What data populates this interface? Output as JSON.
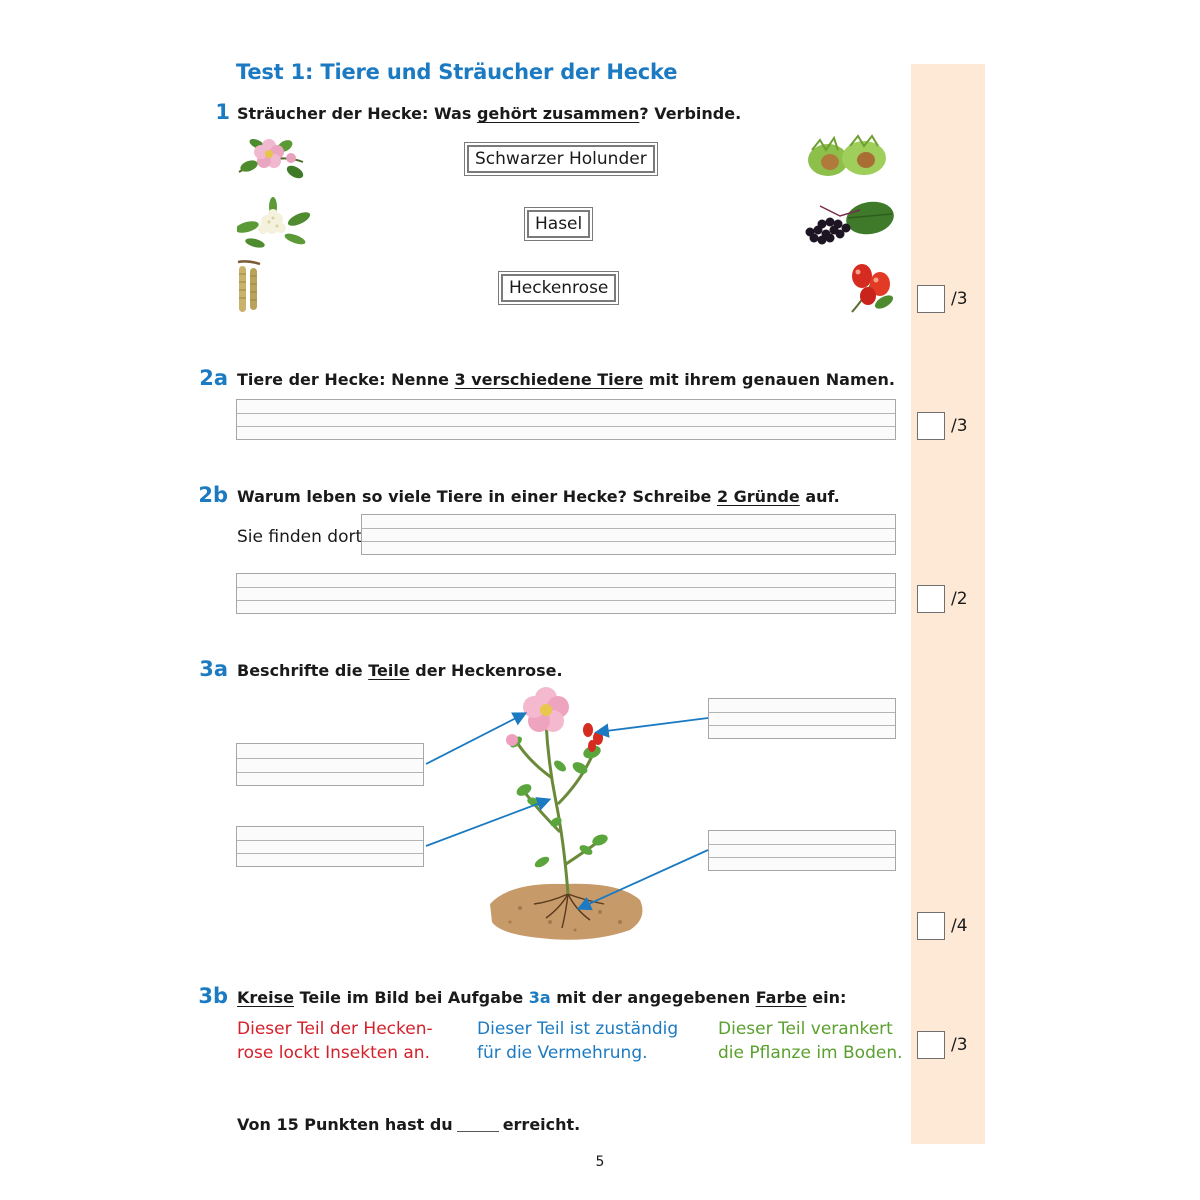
{
  "title": "Test 1: Tiere und Sträucher der Hecke",
  "task1": {
    "num": "1",
    "text_a": "Sträucher der Hecke: Was ",
    "text_u": "gehört zusammen",
    "text_b": "? Verbinde.",
    "names": [
      "Schwarzer Holunder",
      "Hasel",
      "Heckenrose"
    ],
    "left_images": [
      "wild-rose-flower-icon",
      "elder-flower-icon",
      "hazel-catkin-icon"
    ],
    "right_images": [
      "hazelnut-icon",
      "elderberry-icon",
      "rosehip-icon"
    ],
    "score": "/3"
  },
  "task2a": {
    "num": "2a",
    "text_a": "Tiere der Hecke: Nenne ",
    "text_u": "3 verschiedene Tiere",
    "text_b": " mit ihrem genauen Namen.",
    "score": "/3"
  },
  "task2b": {
    "num": "2b",
    "text_a": "Warum leben so viele Tiere in einer Hecke? Schreibe ",
    "text_u": "2 Gründe",
    "text_b": " auf.",
    "prefix": "Sie finden dort",
    "score": "/2"
  },
  "task3a": {
    "num": "3a",
    "text_a": "Beschrifte die ",
    "text_u": "Teile",
    "text_b": " der Heckenrose.",
    "score": "/4"
  },
  "task3b": {
    "num": "3b",
    "text_u1": "Kreise",
    "text_a": " Teile im Bild bei Aufgabe ",
    "text_ref": "3a",
    "text_b": " mit der angegebenen ",
    "text_u2": "Farbe",
    "text_c": " ein:",
    "clues": [
      {
        "line1": "Dieser Teil der Hecken-",
        "line2": "rose lockt Insekten an."
      },
      {
        "line1": "Dieser Teil ist zuständig",
        "line2": "für die Vermehrung."
      },
      {
        "line1": "Dieser Teil verankert",
        "line2": "die Pflanze im Boden."
      }
    ],
    "score": "/3"
  },
  "summary": {
    "text_a": "Von 15 Punkten hast du",
    "text_b": "erreicht."
  },
  "page_number": "5",
  "colors": {
    "accent_blue": "#1b7ac2",
    "clue_red": "#d4202a",
    "clue_green": "#5aa02c",
    "score_column": "#fde9d6"
  }
}
